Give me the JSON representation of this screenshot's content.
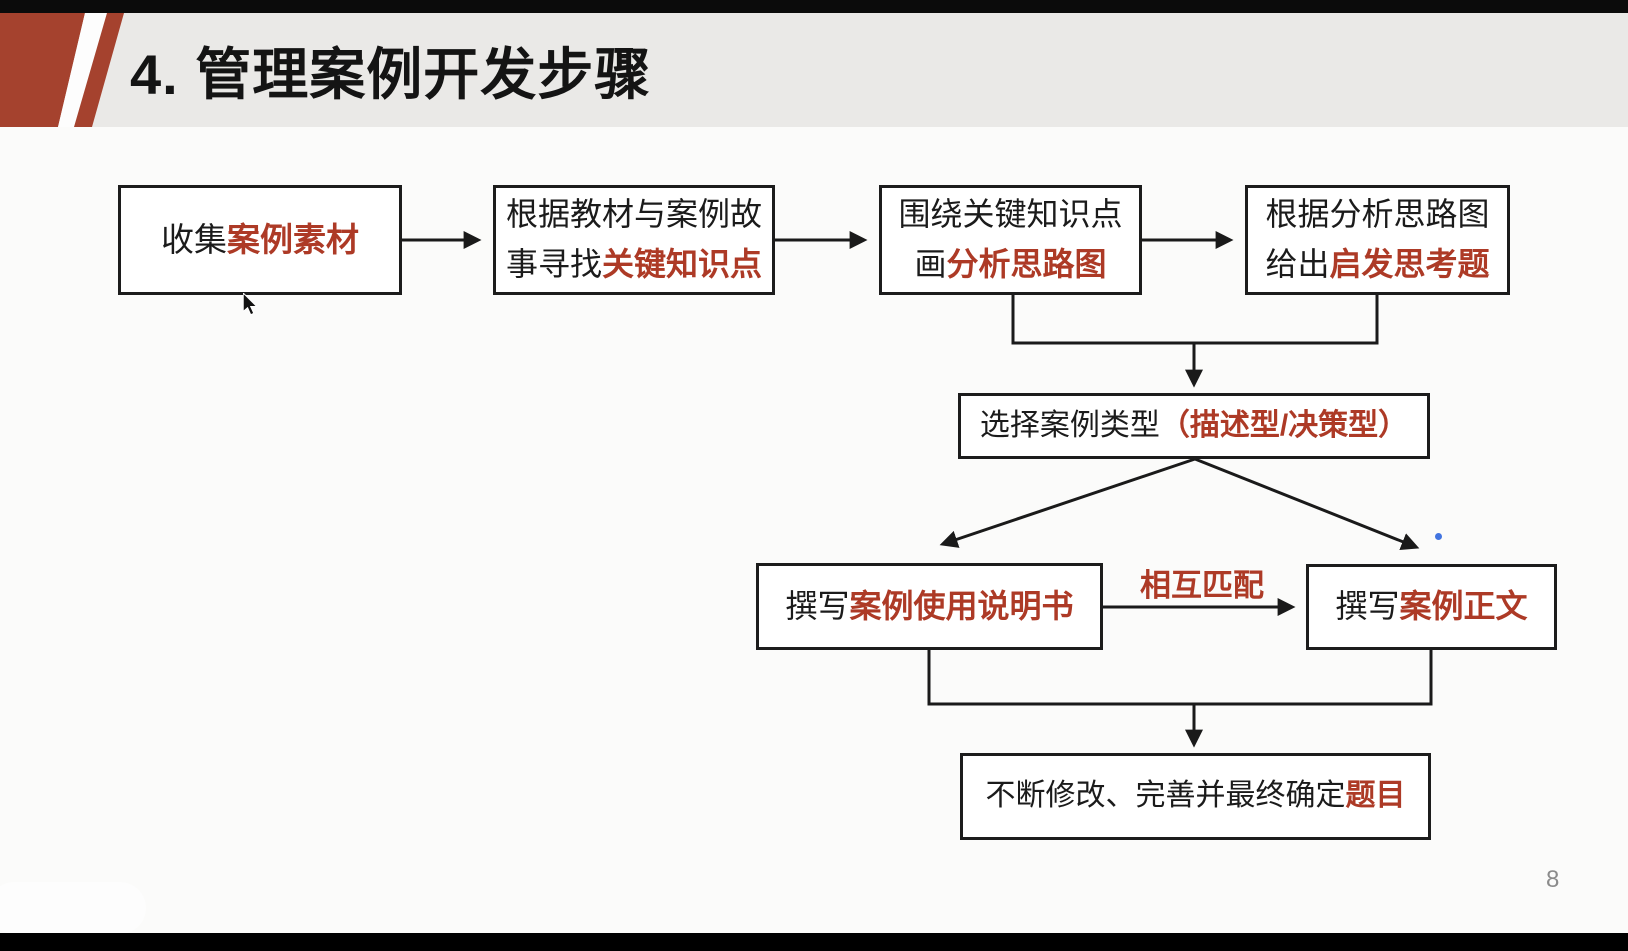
{
  "colors": {
    "accent_red": "#ad3a26",
    "shape_red": "#a5422e",
    "stripe_white": "#fdfdfd",
    "header_bg": "#eae9e7",
    "top_bar": "#0b0b0b",
    "bottom_bar": "#000000",
    "box_border": "#1c1c1c",
    "canvas_bg": "#fbfbfa",
    "text_black": "#1b1b1b",
    "blue_dot": "#4274e0",
    "page_number_color": "#8b8b8b"
  },
  "header": {
    "title": "4. 管理案例开发步骤"
  },
  "flowchart": {
    "boxes": {
      "collect": {
        "black": "收集",
        "red": "案例素材"
      },
      "find_points": {
        "line1": "根据教材与案例故",
        "black": "事寻找",
        "red": "关键知识点"
      },
      "draw_map": {
        "line1": "围绕关键知识点",
        "black": "画",
        "red": "分析思路图"
      },
      "thought_questions": {
        "line1": "根据分析思路图",
        "black": "给出",
        "red": "启发思考题"
      },
      "choose_type": {
        "black": "选择案例类型",
        "red": "（描述型/决策型）"
      },
      "write_manual": {
        "black": "撰写",
        "red": "案例使用说明书"
      },
      "write_body": {
        "black": "撰写",
        "red": "案例正文"
      },
      "finalize": {
        "black": "不断修改、完善并最终确定",
        "red": "题目"
      }
    },
    "match_label": "相互匹配"
  },
  "footer": {
    "page_number": "8"
  }
}
